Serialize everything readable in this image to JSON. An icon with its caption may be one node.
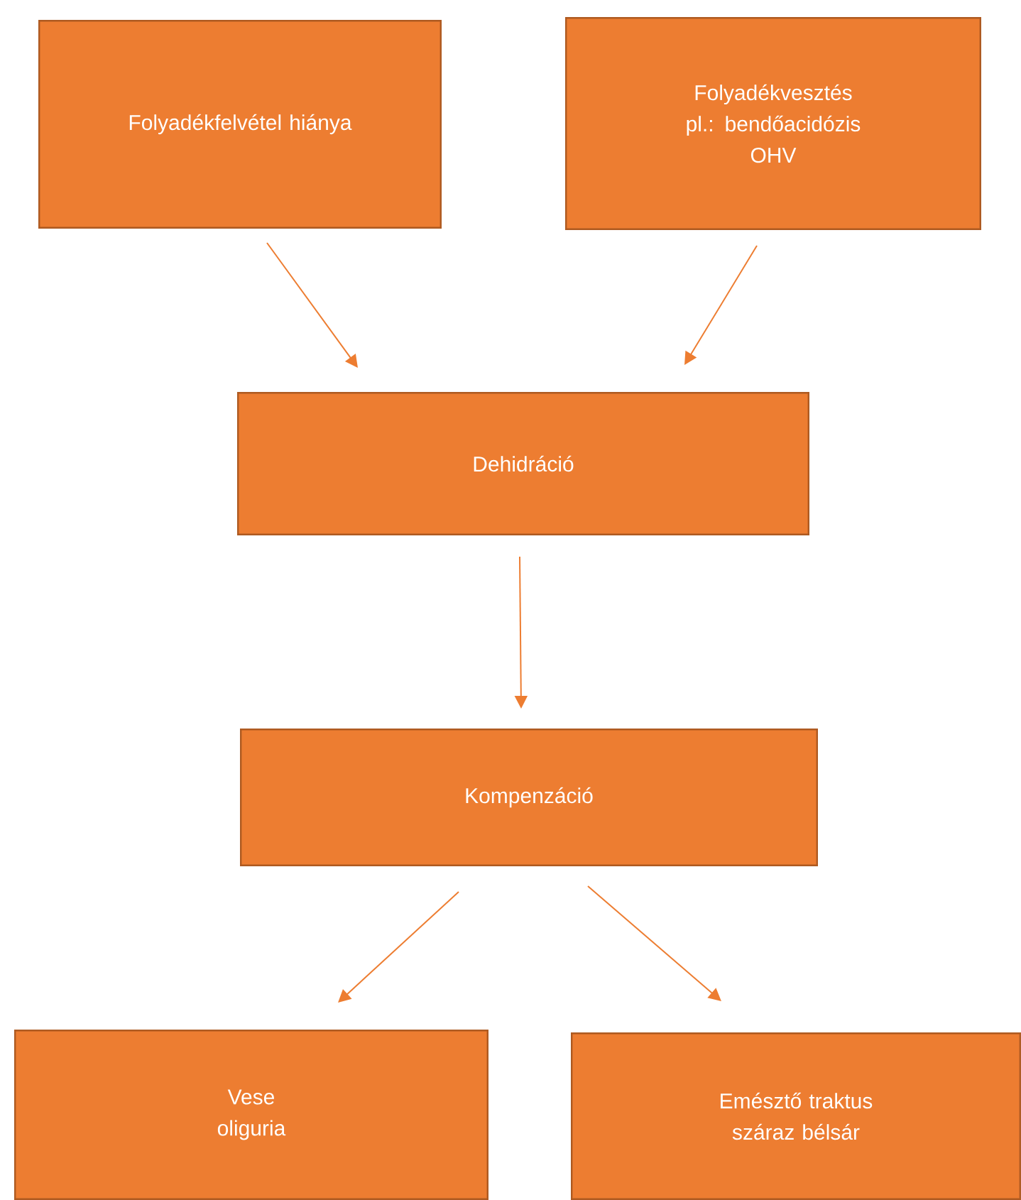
{
  "diagram": {
    "nodes": [
      {
        "text": [
          "Folyadékfelvétel hiánya"
        ]
      },
      {
        "text": [
          "Folyadékvesztés",
          "pl.: bendőacidózis",
          "OHV"
        ]
      },
      {
        "text": [
          "Dehidráció"
        ]
      },
      {
        "text": [
          "Kompenzáció"
        ]
      },
      {
        "text": [
          "Vese",
          "oliguria"
        ]
      },
      {
        "text": [
          "Emésztő traktus",
          "száraz bélsár"
        ]
      }
    ],
    "edges": [
      {
        "from": 0,
        "to": 2,
        "arrow": "to"
      },
      {
        "from": 1,
        "to": 2,
        "arrow": "to"
      },
      {
        "from": 2,
        "to": 3,
        "arrow": "to"
      },
      {
        "from": 3,
        "to": 4,
        "arrow": "to"
      },
      {
        "from": 3,
        "to": 5,
        "arrow": "to"
      }
    ]
  }
}
